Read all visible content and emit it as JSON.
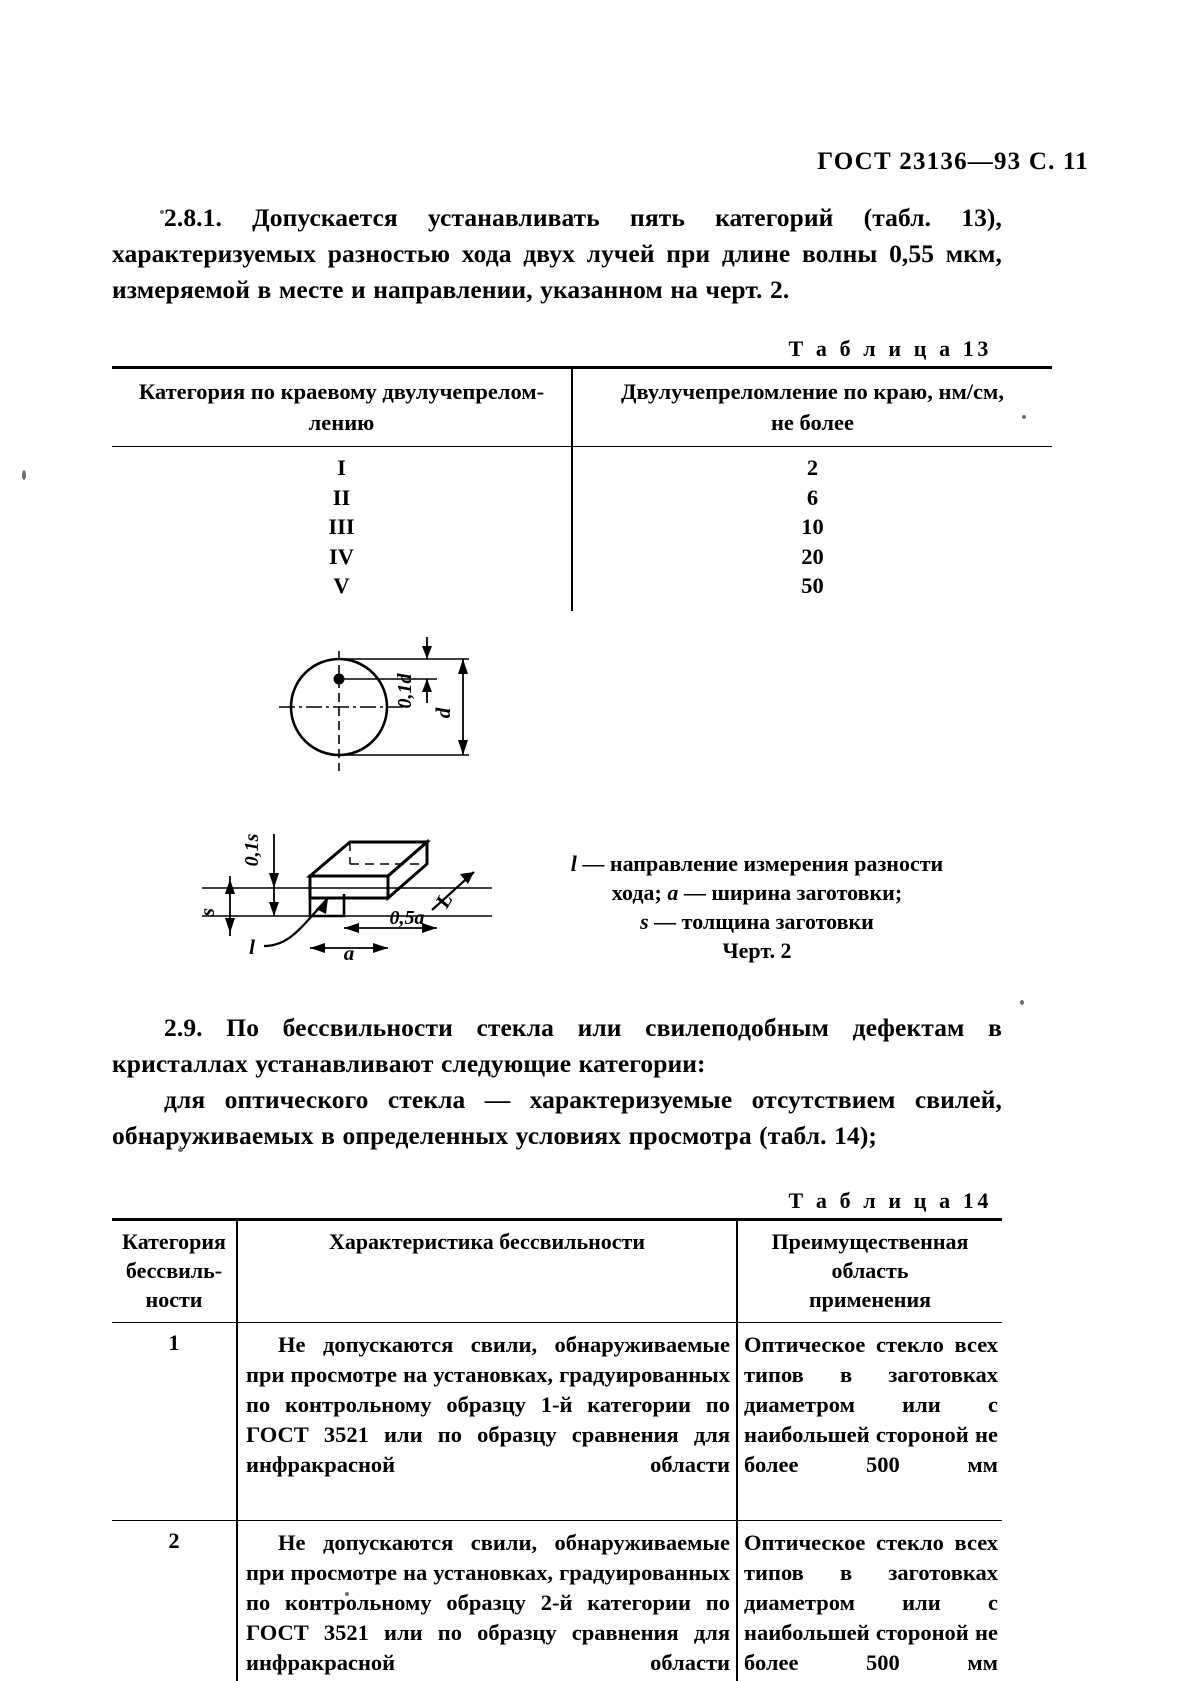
{
  "document": {
    "standard_header": "ГОСТ 23136—93 С. 11",
    "page_number": "11"
  },
  "sections": {
    "s281": "2.8.1. Допускается устанавливать пять категорий (табл. 13), характеризуемых разностью хода двух лучей при длине волны 0,55 мкм, измеряемой в месте и направлении, указанном на черт. 2.",
    "s29_p1": "2.9. По бессвильности стекла или свилеподобным дефектам в кристаллах устанавливают следующие категории:",
    "s29_p2": "для оптического стекла — характеризуемые отсутствием свилей, обнаруживаемых в определенных условиях просмотра (табл. 14);"
  },
  "table13": {
    "caption": "Т а б л и ц а   13",
    "headers": {
      "col1": "Категория по краевому двулучепрелом-\nлению",
      "col2": "Двулучепреломление по краю, нм/см,\nне более"
    },
    "rows": [
      {
        "category": "I",
        "value": "2"
      },
      {
        "category": "II",
        "value": "6"
      },
      {
        "category": "III",
        "value": "10"
      },
      {
        "category": "IV",
        "value": "20"
      },
      {
        "category": "V",
        "value": "50"
      }
    ]
  },
  "figure2": {
    "caption_line1_symbol": "l",
    "caption_line1_text": " — направление измерения разности",
    "caption_line2_a": "хода; ",
    "caption_line2_symbol": "a",
    "caption_line2_text": " — ширина заготовки;",
    "caption_line3_symbol": "s",
    "caption_line3_text": " — толщина заготовки",
    "caption_number": "Черт. 2",
    "labels": {
      "circle_offset": "0,1d",
      "circle_diameter": "d",
      "box_thickness_offset": "0,1s",
      "box_thickness": "s",
      "box_direction": "l",
      "box_half_width": "0,5a",
      "box_width": "a",
      "box_length": "l"
    }
  },
  "table14": {
    "caption": "Т а б л и ц а   14",
    "headers": {
      "col1": "Категория\nбессвиль-\nности",
      "col2": "Характеристика бессвильности",
      "col3": "Преимущественная\nобласть\nприменения"
    },
    "rows": [
      {
        "category": "1",
        "description": "Не допускаются свили, обнаруживаемые при просмотре на установках, градуированных по контрольному образцу 1-й категории по ГОСТ 3521 или по образцу сравнения для инфракрасной области",
        "area": "Оптическое стекло всех типов в заготовках диаметром или с наибольшей стороной не более 500 мм"
      },
      {
        "category": "2",
        "description": "Не допускаются свили, обнаруживаемые при просмотре на установках, градуированных по контрольному образцу 2-й категории по ГОСТ 3521 или по образцу сравнения для инфракрасной области",
        "area": "Оптическое стекло всех типов в заготовках диаметром или с наибольшей стороной не более 500 мм"
      }
    ]
  },
  "colors": {
    "ink": "#000000",
    "paper": "#ffffff"
  }
}
